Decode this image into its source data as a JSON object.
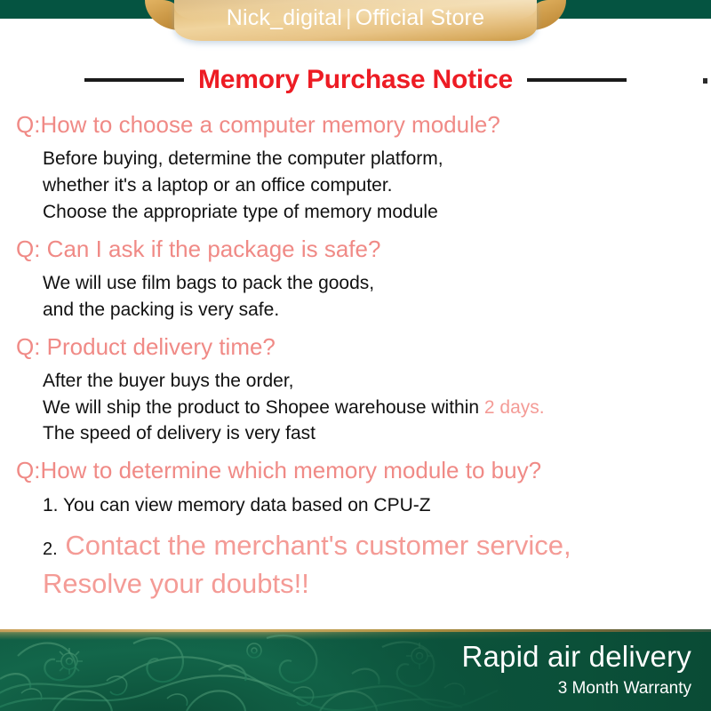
{
  "colors": {
    "banner_green": "#055441",
    "ribbon_gold": "#e8c487",
    "title_red": "#ed1c24",
    "question_salmon": "#f08a86",
    "answer_black": "#111111",
    "footer_green": "#0f5c42"
  },
  "header": {
    "store_name": "Nick_digital",
    "separator": "|",
    "store_type": "Official Store"
  },
  "title": "Memory Purchase Notice",
  "qa": [
    {
      "question": "Q:How to choose a computer memory module?",
      "answer_lines": [
        "Before buying, determine the computer platform,",
        "whether it's a laptop or an office computer.",
        "Choose the appropriate type of memory module"
      ]
    },
    {
      "question": "Q: Can I ask if the package is safe?",
      "answer_lines": [
        "We will use film bags to pack the goods,",
        "and the packing is very safe."
      ]
    },
    {
      "question": "Q: Product delivery time?",
      "answer_lines": [
        "After the buyer buys the order,",
        "We will ship the product to Shopee warehouse within ",
        "The speed of delivery is very fast"
      ],
      "highlight": "2 days."
    },
    {
      "question": "Q:How to determine which memory module to buy?",
      "answer_lines": [
        "1. You can view memory data based on CPU-Z"
      ],
      "cta_number": "2.",
      "cta_line1": "Contact the merchant's customer service,",
      "cta_line2": "Resolve your doubts!!"
    }
  ],
  "footer": {
    "headline": "Rapid air delivery",
    "subline": "3 Month Warranty"
  }
}
